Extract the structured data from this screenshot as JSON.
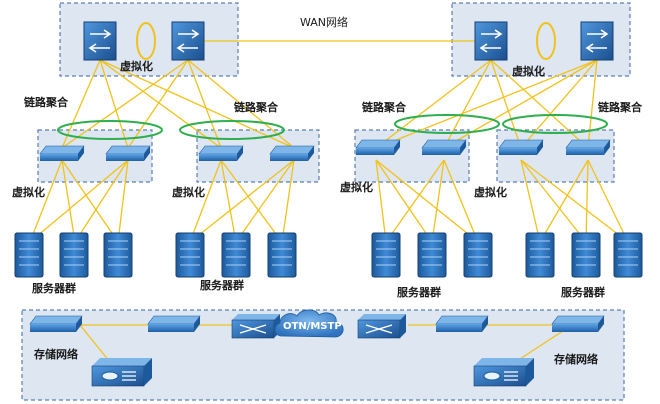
{
  "labels": {
    "wan": "WAN网络",
    "virtualization": "虚拟化",
    "link_aggregation": "链路聚合",
    "server_cluster": "服务器群",
    "storage_network": "存储网络",
    "otn_mstp": "OTN/MSTP"
  },
  "colors": {
    "link": "#f2c21a",
    "group_fill": "#dde6f1",
    "group_border": "#5a7fb0",
    "device": "#2f78c4",
    "device_dark": "#1d5a9c",
    "aggregation_ring": "#2fae4f",
    "cloud": "#3a84cf"
  },
  "icons": [
    "core-switch-icon",
    "access-switch-icon",
    "server-rack-icon",
    "storage-array-icon",
    "cloud-icon"
  ]
}
